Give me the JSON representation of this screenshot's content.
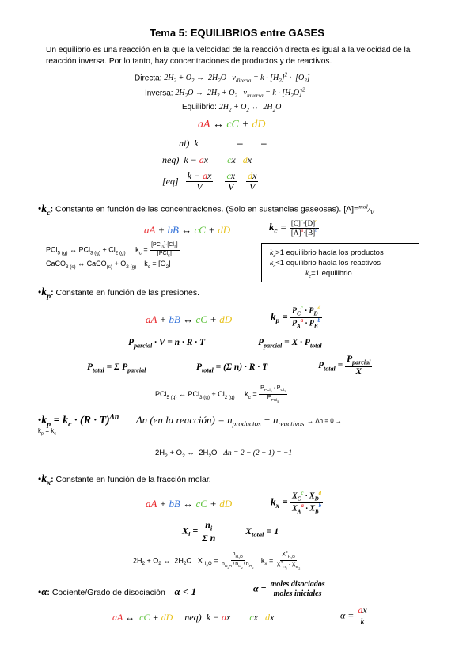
{
  "title": "Tema 5: EQUILIBRIOS entre GASES",
  "intro": "Un equilibrio es una reacción en la que la velocidad de la reacción directa es igual a la velocidad de la reacción inversa. Por lo tanto, hay concentraciones de productos y de reactivos.",
  "directa_label": "Directa:",
  "inversa_label": "Inversa:",
  "equilibrio_label": "Equilibrio:",
  "table": {
    "row_ni": "ni)",
    "row_neq": "neq)",
    "row_eq": "[eq]",
    "dash": "–"
  },
  "kc": {
    "symbol": "k",
    "sub": "c",
    "desc": "Constante en función de las concentraciones. (Solo en sustancias gaseosas). [A]=",
    "ex1_label": "PCl",
    "ex2_label": "CaCO",
    "box_line1": ">1 equilibrio hacía los productos",
    "box_line2": "<1 equilibrio hacía los reactivos",
    "box_line3": "=1 equilibrio"
  },
  "kp": {
    "desc": "Constante en función de las presiones."
  },
  "kp_kc": {
    "delta_text": "Δn (en la reacción) = n",
    "arrow_note": "→ Δn = 0 →",
    "kp_eq_kc": "k",
    "example_delta": "Δn = 2 − (2 + 1) = −1"
  },
  "kx": {
    "desc": "Constante en función de la fracción molar."
  },
  "alpha": {
    "desc": "Cociente/Grado de disociación",
    "lt": "< 1",
    "num": "moles disociados",
    "den": "moles iniciales"
  }
}
